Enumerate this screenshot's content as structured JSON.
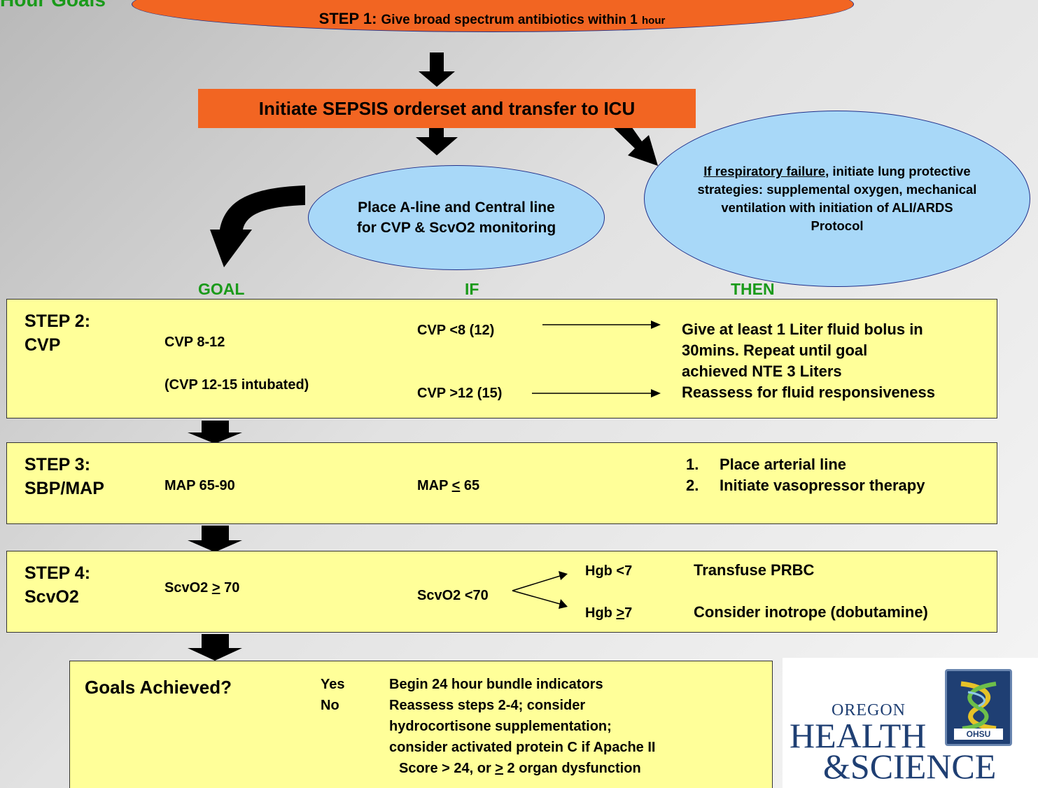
{
  "header_fragment": "Hour Goals",
  "step1": {
    "label": "STEP 1",
    "sep": ":",
    "text": "Give broad spectrum antibiotics within 1",
    "unit": "hour"
  },
  "orderset": "Initiate SEPSIS orderset and transfer to ICU",
  "aline": {
    "text": "Place A-line and Central line for CVP & ScvO2 monitoring"
  },
  "resp": {
    "underlined": "If respiratory failure",
    "text": ", initiate lung protective strategies: supplemental oxygen, mechanical ventilation with initiation of ALI/ARDS Protocol"
  },
  "columns": {
    "goal": "GOAL",
    "if": "IF",
    "then": "THEN"
  },
  "step2": {
    "label_line1": "STEP 2:",
    "label_line2": "CVP",
    "goal": "CVP 8-12",
    "goal_intubated": "(CVP 12-15 intubated)",
    "if_low": "CVP <8 (12)",
    "if_high": "CVP >12 (15)",
    "then_line1": "Give at least 1 Liter fluid bolus in",
    "then_line2": "30mins.  Repeat until goal",
    "then_line3": "achieved NTE 3 Liters",
    "then_line4": "Reassess for fluid responsiveness"
  },
  "step3": {
    "label_line1": "STEP 3:",
    "label_line2": "SBP/MAP",
    "goal": "MAP 65-90",
    "if_prefix": "MAP ",
    "if_sym": "<",
    "if_val": " 65",
    "actions": [
      {
        "num": "1.",
        "text": "Place arterial line"
      },
      {
        "num": "2.",
        "text": "Initiate vasopressor therapy"
      }
    ]
  },
  "step4": {
    "label_line1": "STEP 4:",
    "label_line2": "ScvO2",
    "goal_prefix": "ScvO2 ",
    "goal_sym": ">",
    "goal_val": " 70",
    "if": "ScvO2 <70",
    "branch_low": "Hgb <7",
    "branch_high_prefix": "Hgb ",
    "branch_high_sym": ">",
    "branch_high_val": "7",
    "then_low": "Transfuse PRBC",
    "then_high": "Consider inotrope (dobutamine)"
  },
  "goals": {
    "title": "Goals Achieved?",
    "yes": "Yes",
    "no": "No",
    "yes_text": "Begin 24 hour bundle indicators",
    "no_line1": "Reassess steps 2-4; consider",
    "no_line2": "hydrocortisone supplementation;",
    "no_line3": "consider activated protein C if Apache II",
    "no_line4_prefix": "Score > 24, or ",
    "no_line4_sym": ">",
    "no_line4_suffix": " 2 organ dysfunction"
  },
  "logo": {
    "line1": "OREGON",
    "line2": "HEALTH",
    "line3": "&SCIENCE",
    "badge": "OHSU"
  }
}
